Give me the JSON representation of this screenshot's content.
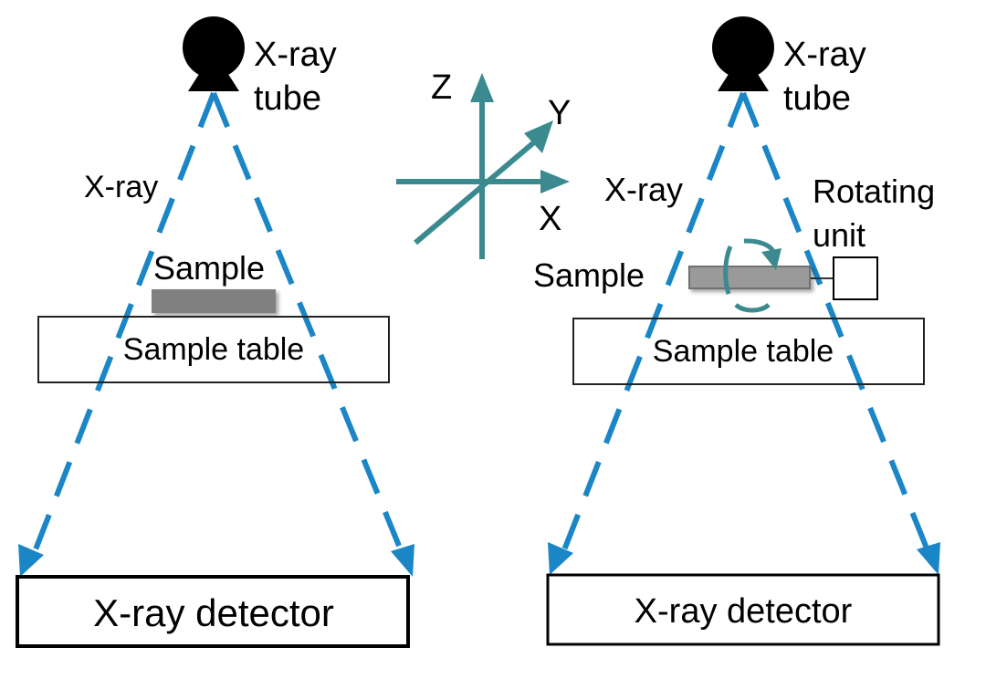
{
  "colors": {
    "beam": "#1a86c6",
    "axes": "#3a8a8f",
    "sample": "#808080",
    "outline": "#000000"
  },
  "left_setup": {
    "tube_label_line1": "X-ray",
    "tube_label_line2": "tube",
    "beam_label": "X-ray",
    "sample_label": "Sample",
    "table_label": "Sample table",
    "detector_label": "X-ray detector"
  },
  "axes": {
    "z_label": "Z",
    "y_label": "Y",
    "x_label": "X"
  },
  "right_setup": {
    "tube_label_line1": "X-ray",
    "tube_label_line2": "tube",
    "beam_label": "X-ray",
    "rotating_label_line1": "Rotating",
    "rotating_label_line2": "unit",
    "sample_label": "Sample",
    "table_label": "Sample table",
    "detector_label": "X-ray detector"
  }
}
